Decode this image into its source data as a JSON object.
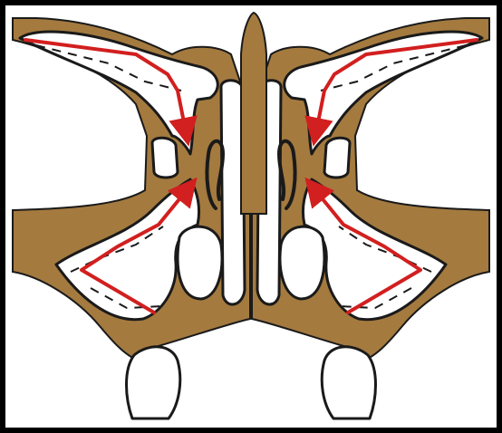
{
  "diagram": {
    "subject": "sinus-drainage-schematic",
    "colors": {
      "bone": "#a47a3f",
      "cavity": "#ffffff",
      "outline": "#1a1a1a",
      "flow_arrow": "#d21f1f",
      "frame": "#000000"
    },
    "flow_arrows": [
      {
        "name": "left-upper-drainage-arrow",
        "side": "left",
        "region": "upper"
      },
      {
        "name": "left-lower-drainage-arrow",
        "side": "left",
        "region": "lower"
      },
      {
        "name": "right-upper-drainage-arrow",
        "side": "right",
        "region": "upper"
      },
      {
        "name": "right-lower-drainage-arrow",
        "side": "right",
        "region": "lower"
      }
    ]
  }
}
